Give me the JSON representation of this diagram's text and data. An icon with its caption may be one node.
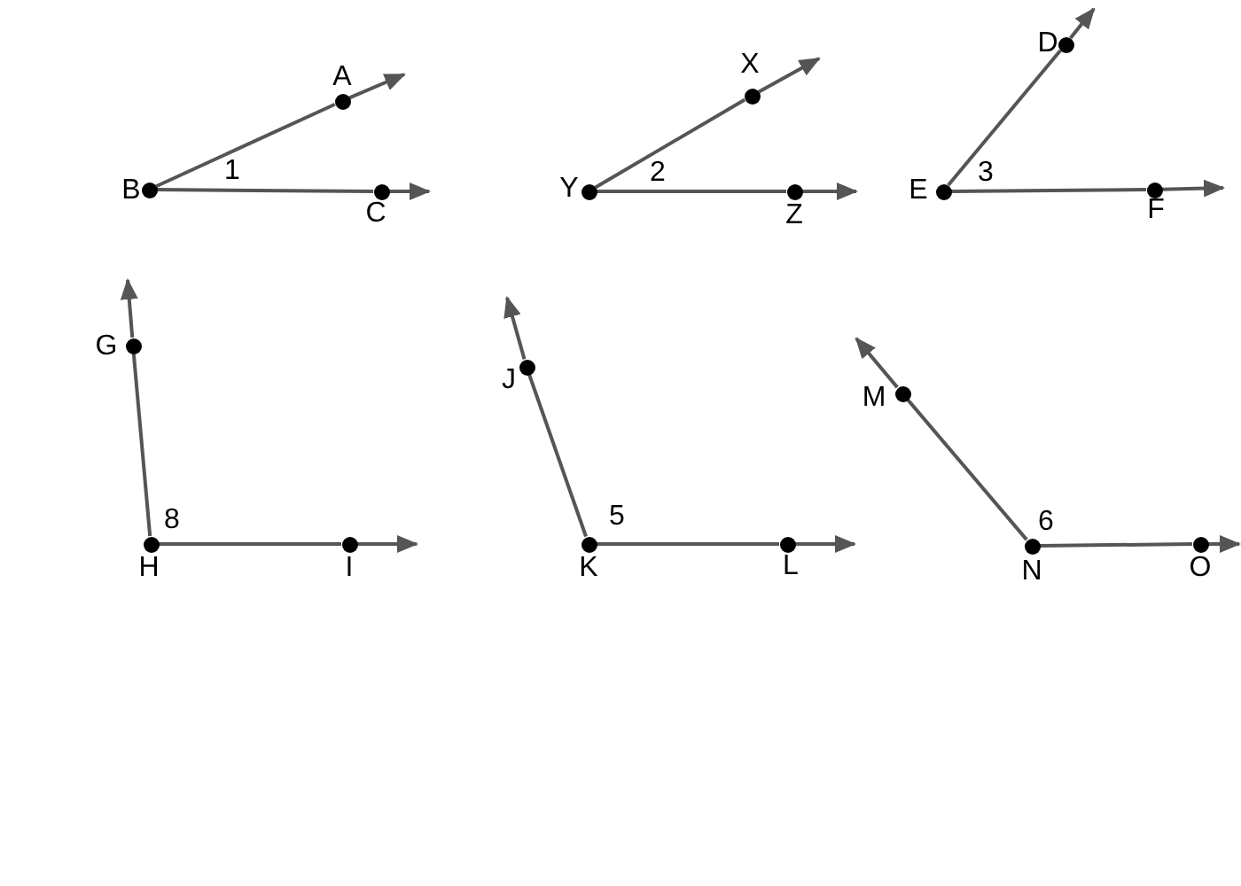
{
  "diagram": {
    "nodes": [
      {
        "text": [
          "B"
        ]
      },
      {
        "text": [
          "A"
        ]
      },
      {
        "text": [
          "C"
        ]
      },
      {
        "text": [
          "Y"
        ]
      },
      {
        "text": [
          "X"
        ]
      },
      {
        "text": [
          "Z"
        ]
      },
      {
        "text": [
          "E"
        ]
      },
      {
        "text": [
          "D"
        ]
      },
      {
        "text": [
          "F"
        ]
      },
      {
        "text": [
          "H"
        ]
      },
      {
        "text": [
          "G"
        ]
      },
      {
        "text": [
          "I"
        ]
      },
      {
        "text": [
          "K"
        ]
      },
      {
        "text": [
          "J"
        ]
      },
      {
        "text": [
          "L"
        ]
      },
      {
        "text": [
          "N"
        ]
      },
      {
        "text": [
          "M"
        ]
      },
      {
        "text": [
          "O"
        ]
      }
    ],
    "edges": [
      {
        "from": 0,
        "to": 1,
        "arrow": "none"
      },
      {
        "from": 1,
        "to": null,
        "arrow": "to"
      },
      {
        "from": 0,
        "to": 2,
        "arrow": "none"
      },
      {
        "from": 2,
        "to": null,
        "arrow": "to"
      },
      {
        "from": 3,
        "to": 4,
        "arrow": "none"
      },
      {
        "from": 4,
        "to": null,
        "arrow": "to"
      },
      {
        "from": 3,
        "to": 5,
        "arrow": "none"
      },
      {
        "from": 5,
        "to": null,
        "arrow": "to"
      },
      {
        "from": 6,
        "to": 7,
        "arrow": "none"
      },
      {
        "from": 7,
        "to": null,
        "arrow": "to"
      },
      {
        "from": 6,
        "to": 8,
        "arrow": "none"
      },
      {
        "from": 8,
        "to": null,
        "arrow": "to"
      },
      {
        "from": 9,
        "to": 10,
        "arrow": "none"
      },
      {
        "from": 10,
        "to": null,
        "arrow": "to"
      },
      {
        "from": 9,
        "to": 11,
        "arrow": "none"
      },
      {
        "from": 11,
        "to": null,
        "arrow": "to"
      },
      {
        "from": 12,
        "to": 13,
        "arrow": "none"
      },
      {
        "from": 13,
        "to": null,
        "arrow": "to"
      },
      {
        "from": 12,
        "to": 14,
        "arrow": "none"
      },
      {
        "from": 14,
        "to": null,
        "arrow": "to"
      },
      {
        "from": 15,
        "to": 16,
        "arrow": "none"
      },
      {
        "from": 16,
        "to": null,
        "arrow": "to"
      },
      {
        "from": 15,
        "to": 17,
        "arrow": "none"
      },
      {
        "from": 17,
        "to": null,
        "arrow": "to"
      }
    ],
    "labels": [
      "1",
      "2",
      "3",
      "8",
      "5",
      "6"
    ]
  }
}
